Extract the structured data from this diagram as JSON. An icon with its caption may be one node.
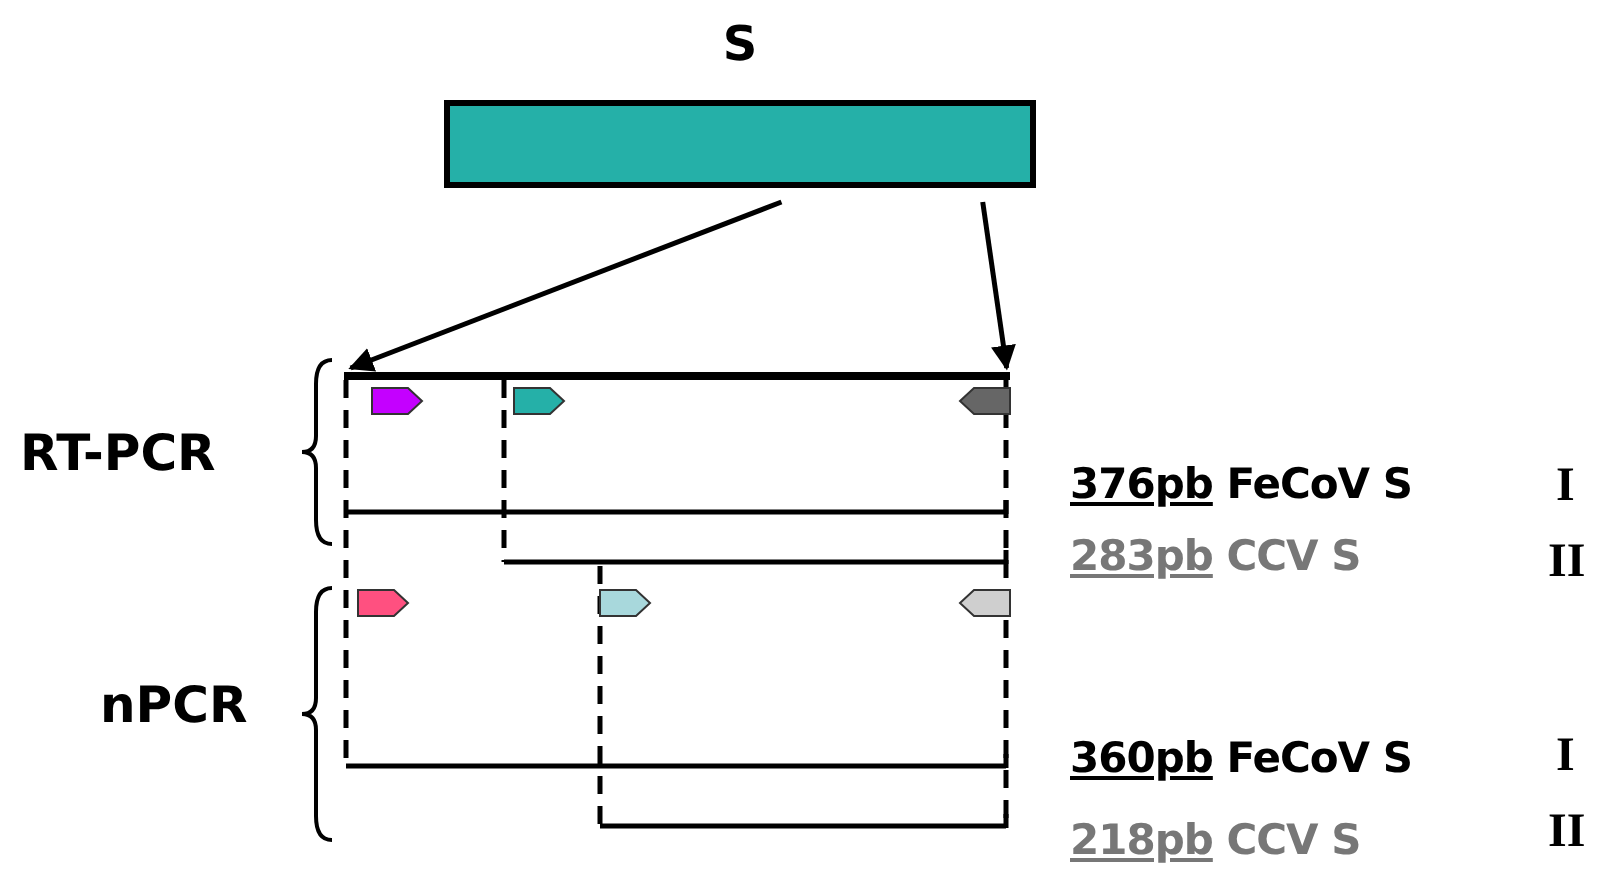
{
  "diagram": {
    "nodes": [
      {
        "text": [
          "S"
        ]
      },
      {
        "text": [],
        "shape": "bar"
      }
    ],
    "edges": [
      {
        "from": 0,
        "to": 1,
        "arrow": "to"
      },
      {
        "from": 0,
        "to": 1,
        "arrow": "to"
      }
    ],
    "labels": [
      "RT-PCR",
      "376pb FeCoV S",
      "I",
      "283pb CCV S",
      "II",
      "nPCR",
      "360pb FeCoV S",
      "I",
      "218pb CCV S",
      "II"
    ]
  }
}
